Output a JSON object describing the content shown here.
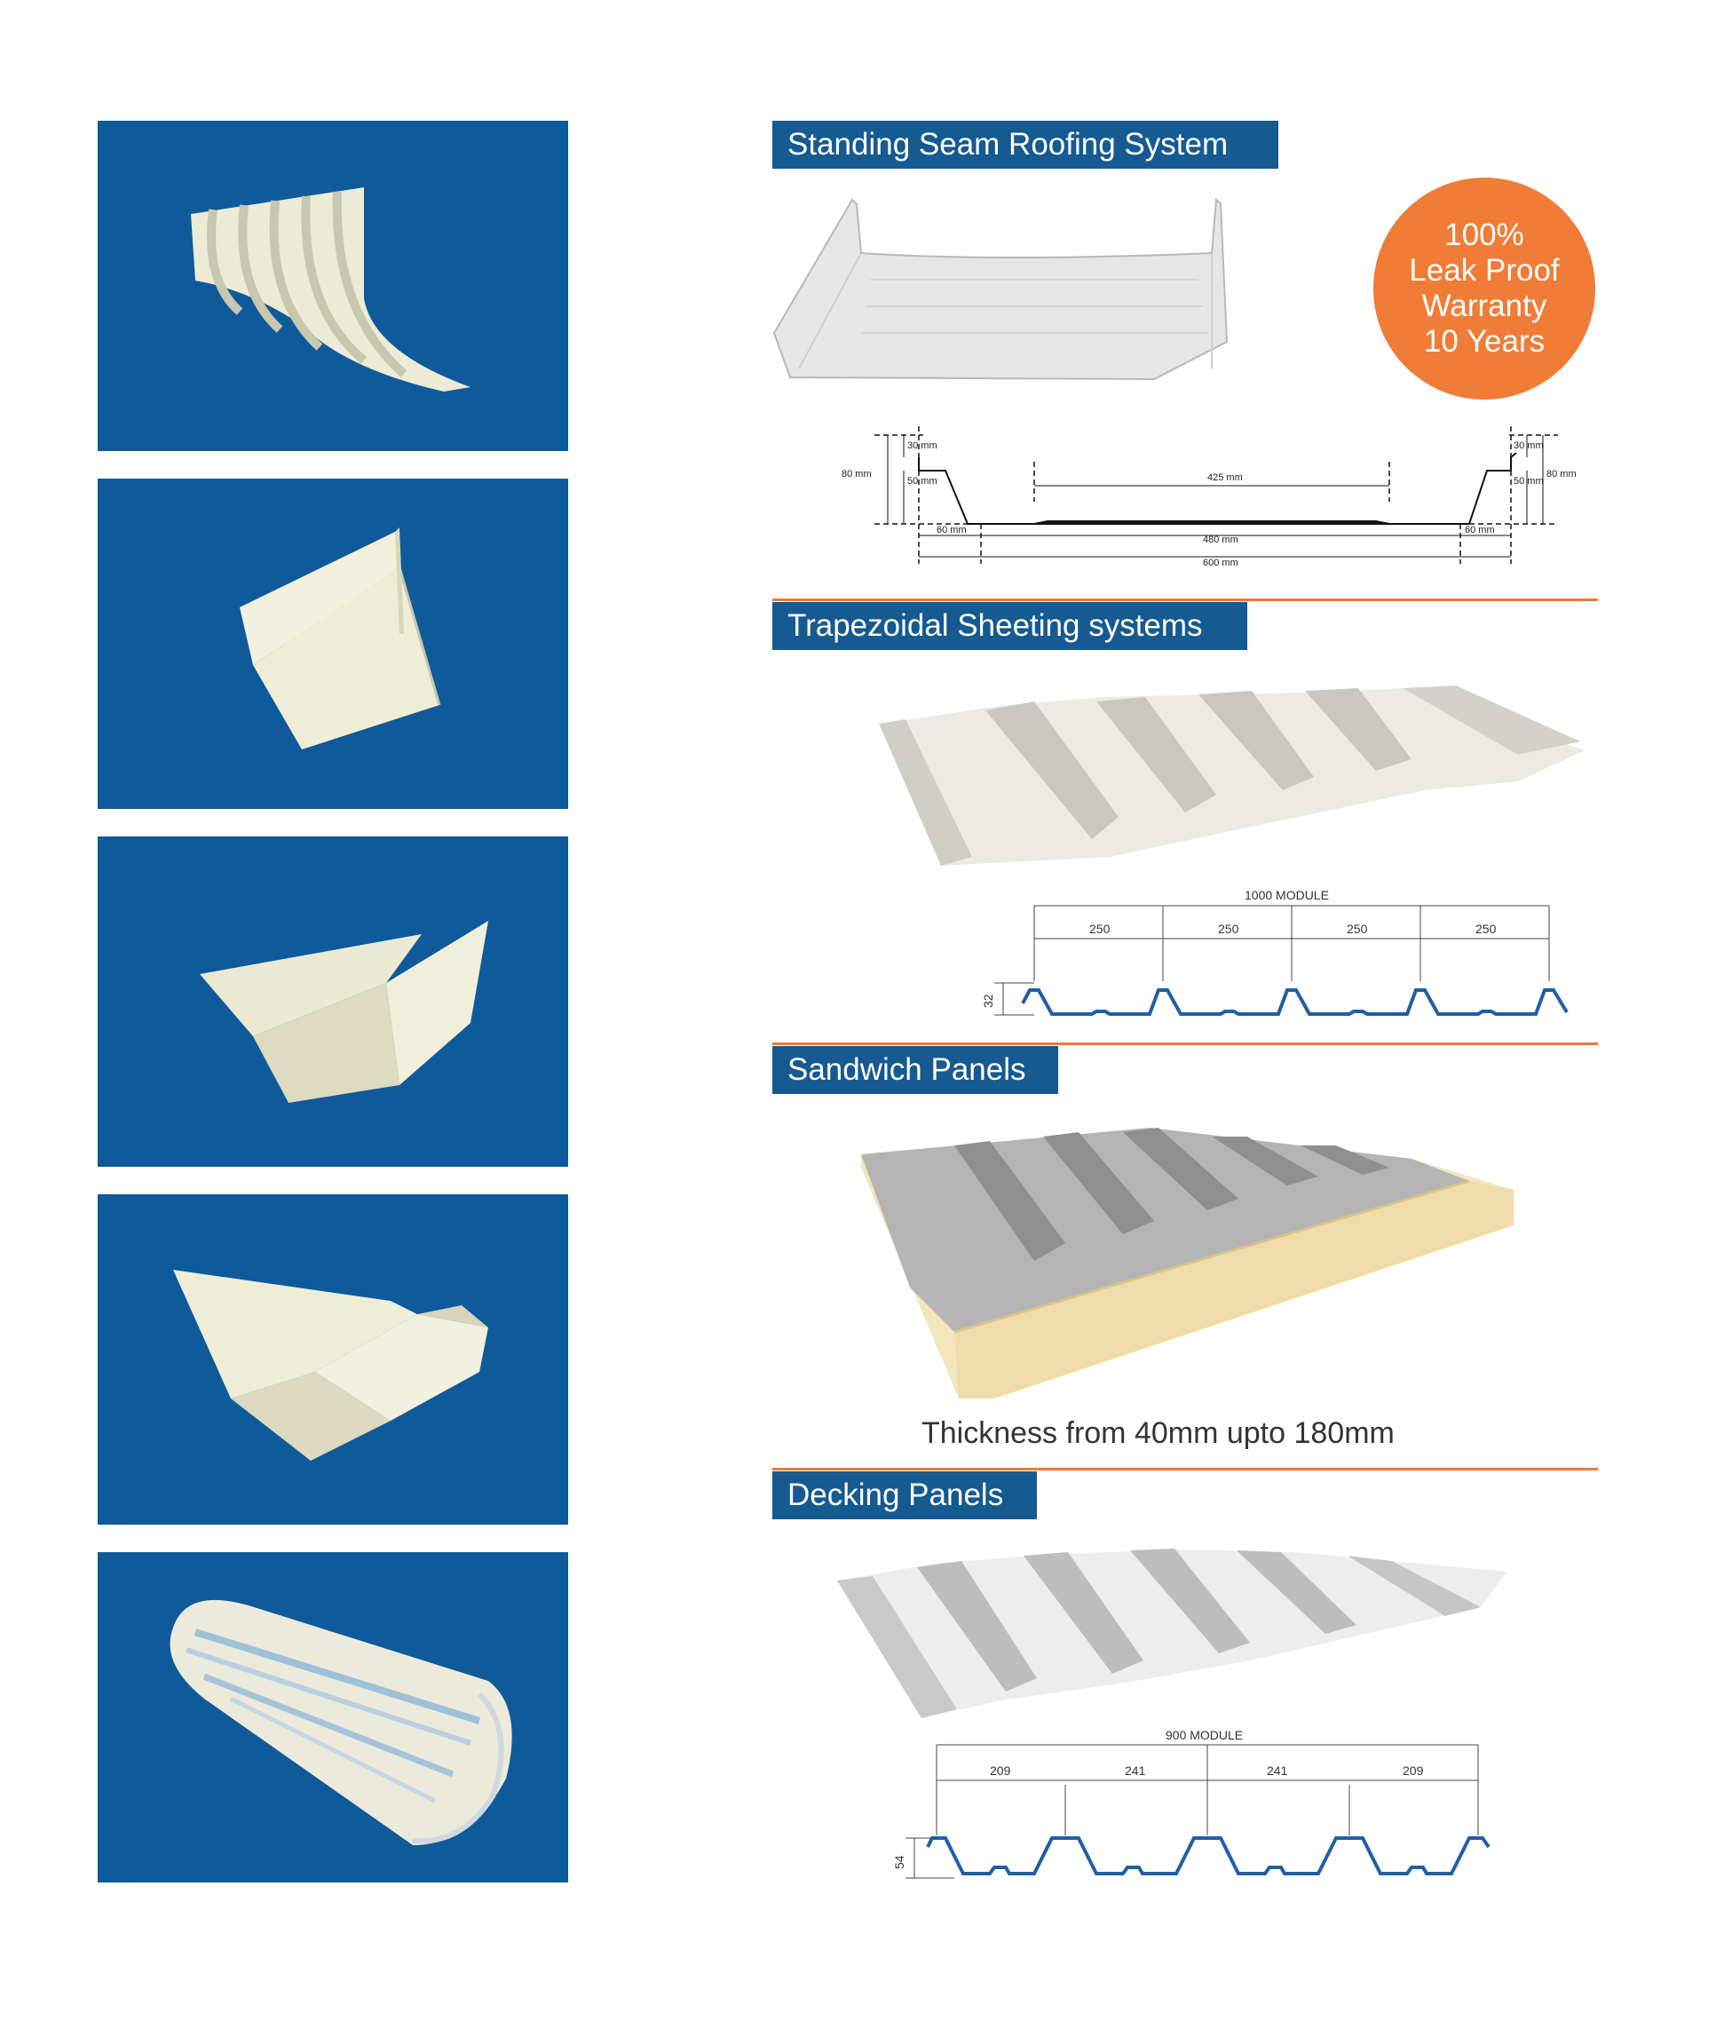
{
  "sections": {
    "standing_seam": {
      "title": "Standing Seam Roofing System",
      "badge_lines": [
        "100%",
        "Leak Proof",
        "Warranty",
        "10 Years"
      ],
      "dims": {
        "d30_left": "30 mm",
        "d50_left": "50 mm",
        "d80_left": "80 mm",
        "d425": "425 mm",
        "d60_left": "60 mm",
        "d480": "480 mm",
        "d600": "600 mm",
        "d30_right": "30 mm",
        "d50_right": "50 mm",
        "d80_right": "80 mm",
        "d60_right": "60 mm"
      }
    },
    "trapezoidal": {
      "title": "Trapezoidal Sheeting systems",
      "module_label": "1000 MODULE",
      "spans": [
        "250",
        "250",
        "250",
        "250"
      ],
      "height": "32"
    },
    "sandwich": {
      "title": "Sandwich Panels",
      "caption": "Thickness from 40mm upto 180mm"
    },
    "decking": {
      "title": "Decking Panels",
      "module_label": "900 MODULE",
      "spans": [
        "209",
        "241",
        "241",
        "209"
      ],
      "height": "54"
    }
  },
  "colors": {
    "panel_blue": "#0f5a9a",
    "title_blue": "#155a91",
    "accent_orange": "#ee7a3a",
    "profile_blue": "#1f5fa8"
  }
}
